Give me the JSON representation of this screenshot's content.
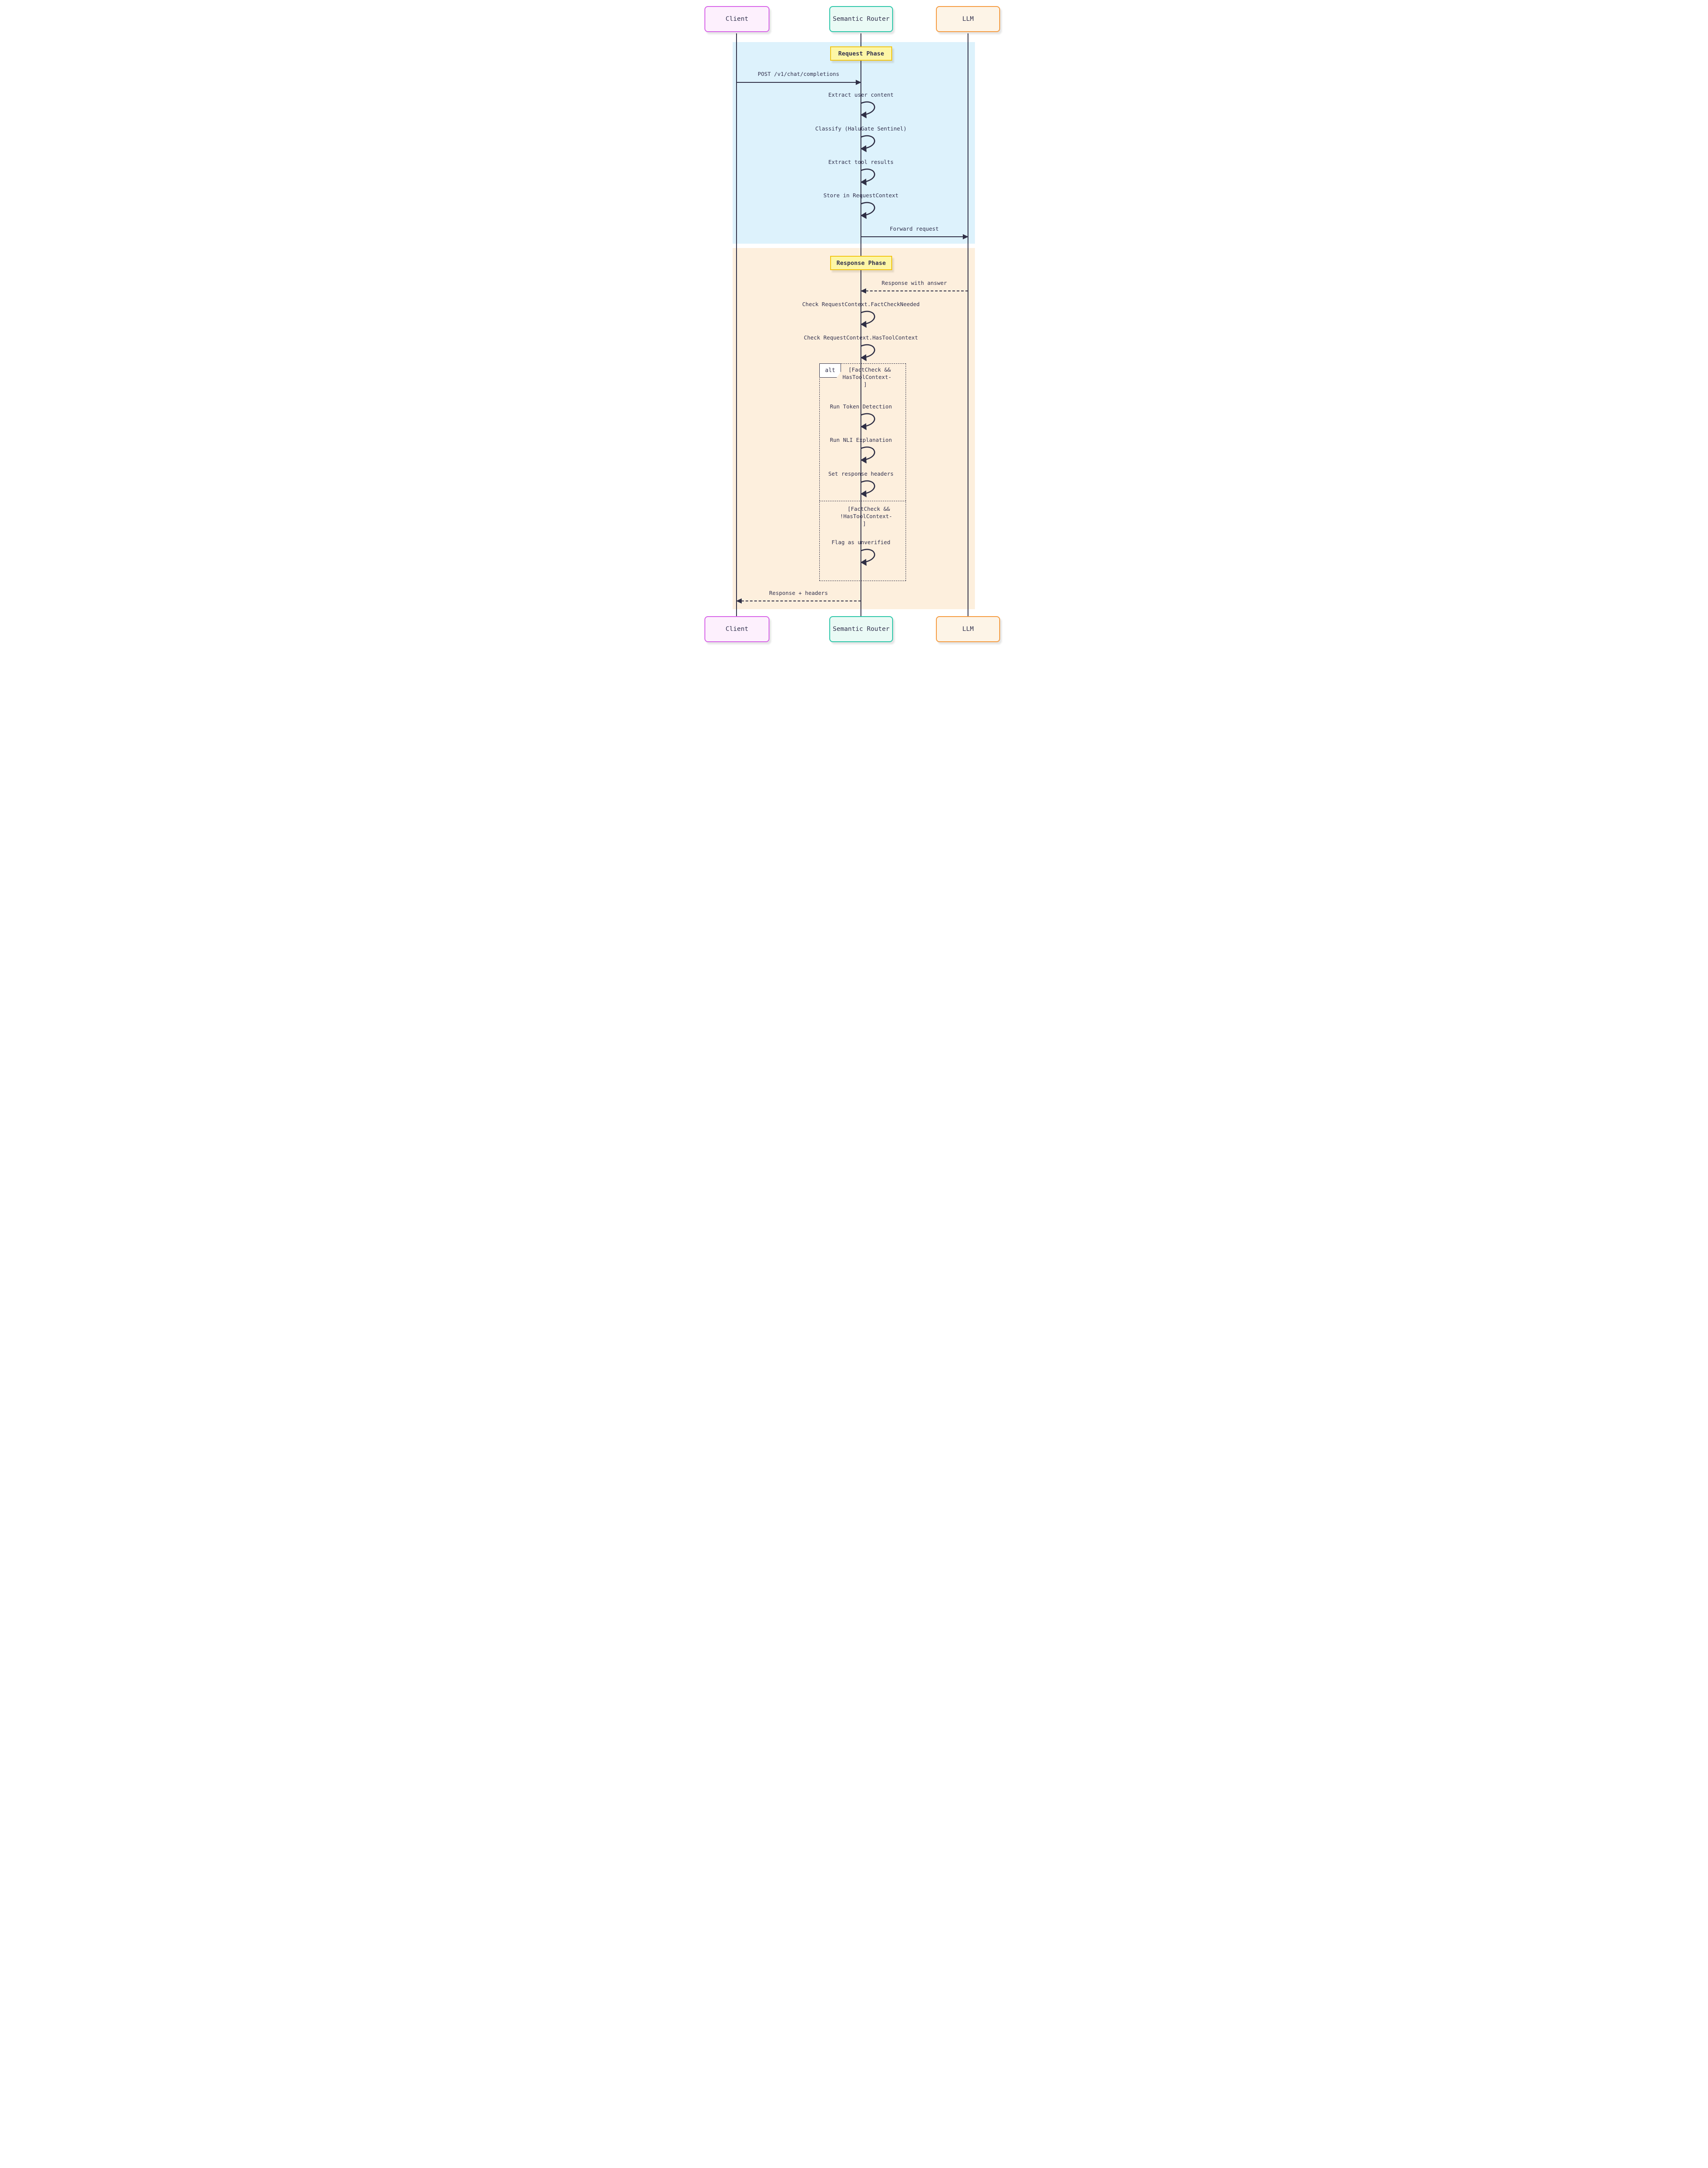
{
  "diagram": {
    "actors": [
      {
        "id": "client",
        "label": "Client"
      },
      {
        "id": "semantic-router",
        "label": "Semantic Router"
      },
      {
        "id": "llm",
        "label": "LLM"
      }
    ],
    "phases": [
      {
        "title": "Request Phase"
      },
      {
        "title": "Response Phase"
      }
    ],
    "messages": {
      "post": "POST /v1/chat/completions",
      "extract_user": "Extract user content",
      "classify": "Classify (HaluGate Sentinel)",
      "extract_tool": "Extract tool results",
      "store_ctx": "Store in RequestContext",
      "forward": "Forward request",
      "response_answer": "Response with answer",
      "check_factcheck": "Check RequestContext.FactCheckNeeded",
      "check_toolctx": "Check RequestContext.HasToolContext",
      "run_token": "Run Token Detection",
      "run_nli": "Run NLI Explanation",
      "set_headers": "Set response headers",
      "flag_unverified": "Flag as unverified",
      "response_headers": "Response + headers"
    },
    "alt": {
      "label": "alt",
      "condition1_lines": [
        "[FactCheck &&",
        "HasToolContext-",
        "]"
      ],
      "condition2_lines": [
        "[FactCheck &&",
        "!HasToolContext-",
        "]"
      ]
    },
    "colors": {
      "client_fill": "#fdf0fd",
      "client_border": "#d763e8",
      "router_fill": "#eafaf5",
      "router_border": "#2bc6a8",
      "llm_fill": "#fdf4e7",
      "llm_border": "#f59b40",
      "note_fill": "#fdf6a6",
      "note_border": "#f2c513",
      "request_bg": "#ddf2fc",
      "response_bg": "#fdefdd",
      "line": "#2f2f45",
      "text": "#32324e"
    }
  }
}
